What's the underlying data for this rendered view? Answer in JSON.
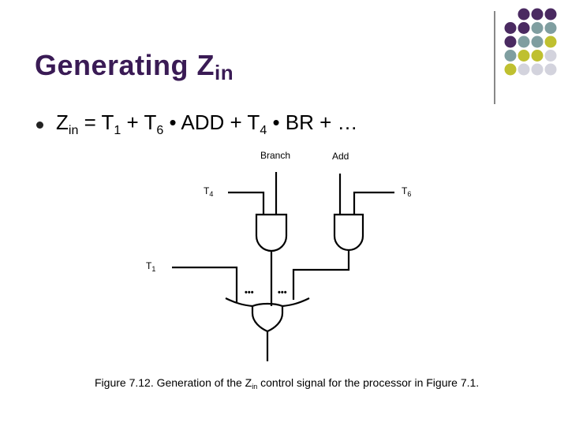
{
  "slide": {
    "title_main": "Generating Z",
    "title_sub": "in"
  },
  "bullet": {
    "z": "Z",
    "z_sub": "in",
    "eq1": " = T",
    "t1_sub": "1",
    "eq2": " + T",
    "t6_sub": "6",
    "eq3": " • ADD + T",
    "t4_sub": "4",
    "eq4": " • BR + …"
  },
  "diagram": {
    "branch_label": "Branch",
    "add_label": "Add",
    "t4_label": "T",
    "t4_sub": "4",
    "t6_label": "T",
    "t6_sub": "6",
    "t1_label": "T",
    "t1_sub": "1",
    "dots_left": "•••",
    "dots_right": "•••"
  },
  "caption": {
    "part1": "Figure 7.12. Generation of the Z",
    "sub": "in",
    "part2": " control signal for the processor in Figure 7.1."
  },
  "colors": {
    "title": "#3a1b55",
    "dot_purple": "#4a2a61",
    "dot_teal": "#7f9ea0",
    "dot_olive": "#bfc030",
    "dot_light": "#d3d3dd"
  },
  "icons": [
    "decorative-dot-grid-icon",
    "bullet-dot-icon"
  ]
}
